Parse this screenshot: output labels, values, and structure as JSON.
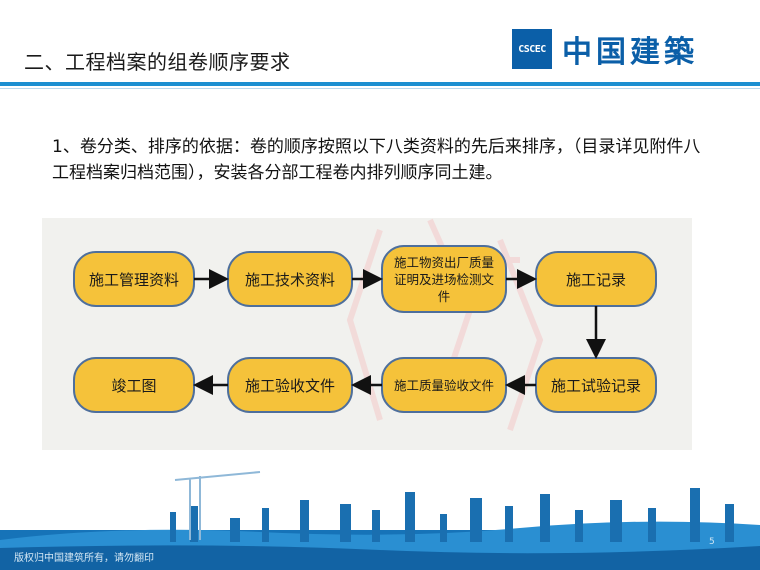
{
  "header": {
    "title": "二、工程档案的组卷顺序要求",
    "logo_mark": "CSCEC",
    "logo_text": "中国建築"
  },
  "intro": {
    "text": "1、卷分类、排序的依据：卷的顺序按照以下八类资料的先后来排序，（目录详见附件八工程档案归档范围），安装各分部工程卷内排列顺序同土建。"
  },
  "flow": {
    "nodes": [
      {
        "label": "施工管理资料"
      },
      {
        "label": "施工技术资料"
      },
      {
        "label": "施工物资出厂质量证明及进场检测文件"
      },
      {
        "label": "施工记录"
      },
      {
        "label": "施工试验记录"
      },
      {
        "label": "施工质量验收文件"
      },
      {
        "label": "施工验收文件"
      },
      {
        "label": "竣工图"
      }
    ],
    "colors": {
      "node_fill": "#f5c23a",
      "node_stroke": "#4e6f9c",
      "arrow": "#111111",
      "panel": "#f1f1ee"
    }
  },
  "footer": {
    "note": "版权归中国建筑所有，请勿翻印",
    "page_number": "5"
  }
}
